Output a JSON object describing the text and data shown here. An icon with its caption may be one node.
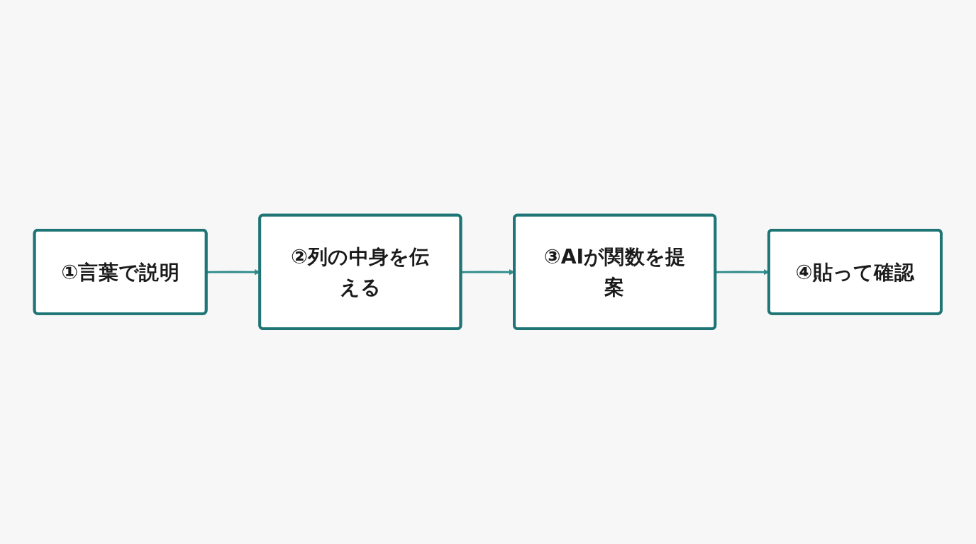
{
  "diagram": {
    "nodes": [
      {
        "text": [
          "①言葉で説明"
        ]
      },
      {
        "text": [
          "②列の中身を伝える"
        ]
      },
      {
        "text": [
          "③AIが関数を提案"
        ]
      },
      {
        "text": [
          "④貼って確認"
        ]
      }
    ],
    "edges": [
      {
        "from": 0,
        "to": 1,
        "arrow": "to"
      },
      {
        "from": 1,
        "to": 2,
        "arrow": "to"
      },
      {
        "from": 2,
        "to": 3,
        "arrow": "to"
      }
    ]
  }
}
